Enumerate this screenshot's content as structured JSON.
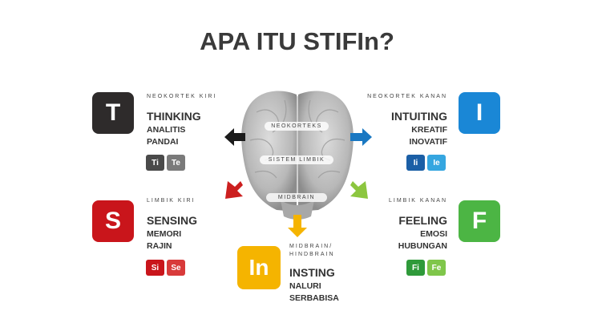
{
  "title": "APA ITU STIFIn?",
  "brain": {
    "labels": [
      "NEOKORTEKS",
      "SISTEM LIMBIK",
      "MIDBRAIN"
    ]
  },
  "types": {
    "thinking": {
      "letter": "T",
      "caption": "NEOKORTEK KIRI",
      "name": "THINKING",
      "traits": [
        "ANALITIS",
        "PANDAI"
      ],
      "chips": [
        "Ti",
        "Te"
      ],
      "color": "#2e2b2b",
      "chip_colors": [
        "#4a4a4a",
        "#7a7a7a"
      ]
    },
    "intuiting": {
      "letter": "I",
      "caption": "NEOKORTEK KANAN",
      "name": "INTUITING",
      "traits": [
        "KREATIF",
        "INOVATIF"
      ],
      "chips": [
        "Ii",
        "Ie"
      ],
      "color": "#1a87d6",
      "chip_colors": [
        "#1b5fa6",
        "#35a6e0"
      ]
    },
    "sensing": {
      "letter": "S",
      "caption": "LIMBIK KIRI",
      "name": "SENSING",
      "traits": [
        "MEMORI",
        "RAJIN"
      ],
      "chips": [
        "Si",
        "Se"
      ],
      "color": "#c9151b",
      "chip_colors": [
        "#c9151b",
        "#d83a3a"
      ]
    },
    "feeling": {
      "letter": "F",
      "caption": "LIMBIK KANAN",
      "name": "FEELING",
      "traits": [
        "EMOSI",
        "HUBUNGAN"
      ],
      "chips": [
        "Fi",
        "Fe"
      ],
      "color": "#4cb544",
      "chip_colors": [
        "#2f9a3a",
        "#7fc64a"
      ]
    },
    "insting": {
      "letter": "In",
      "caption_lines": [
        "MIDBRAIN/",
        "HINDBRAIN"
      ],
      "name": "INSTING",
      "traits": [
        "NALURI",
        "SERBABISA"
      ],
      "color": "#f5b400"
    }
  },
  "arrow_colors": {
    "thinking": "#1b1b1b",
    "intuiting": "#1a78c2",
    "sensing": "#cc1f1f",
    "feeling": "#8cc63f",
    "insting": "#f5b400"
  }
}
